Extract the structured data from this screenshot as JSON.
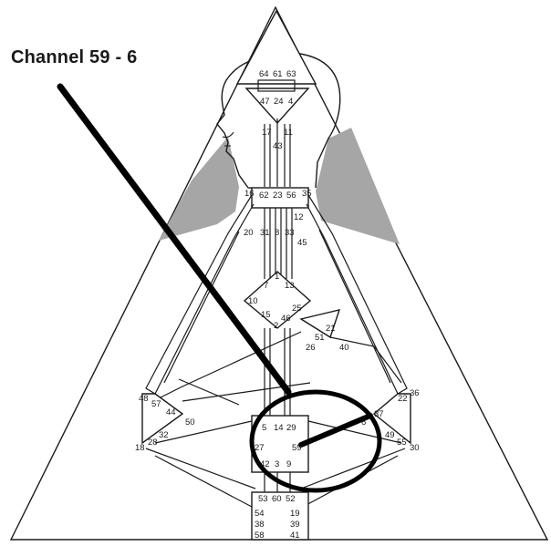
{
  "title": "Channel 59 - 6",
  "colors": {
    "line": "#1a1a1a",
    "shade": "#a6a6a6",
    "background": "#ffffff"
  },
  "gates": {
    "g64": "64",
    "g61": "61",
    "g63": "63",
    "g47": "47",
    "g24": "24",
    "g4": "4",
    "g17": "17",
    "g11": "11",
    "g43": "43",
    "g16": "16",
    "g62": "62",
    "g23": "23",
    "g56": "56",
    "g35": "35",
    "g12": "12",
    "g45": "45",
    "g20": "20",
    "g31": "31",
    "g8": "8",
    "g33": "33",
    "g7": "7",
    "g1": "1",
    "g13": "13",
    "g10": "10",
    "g25": "25",
    "g15": "15",
    "g46": "46",
    "g2": "2",
    "g21": "21",
    "g51": "51",
    "g26": "26",
    "g40": "40",
    "g48": "48",
    "g57": "57",
    "g44": "44",
    "g50": "50",
    "g22": "22",
    "g36": "36",
    "g5": "5",
    "g14": "14",
    "g29": "29",
    "g6": "6",
    "g37": "37",
    "g49": "49",
    "g59": "59",
    "g27": "27",
    "g32": "32",
    "g28": "28",
    "g18": "18",
    "g55": "55",
    "g30": "30",
    "g42": "42",
    "g3": "3",
    "g9": "9",
    "g53": "53",
    "g60": "60",
    "g52": "52",
    "g54": "54",
    "g19": "19",
    "g38": "38",
    "g39": "39",
    "g58": "58",
    "g41": "41"
  }
}
